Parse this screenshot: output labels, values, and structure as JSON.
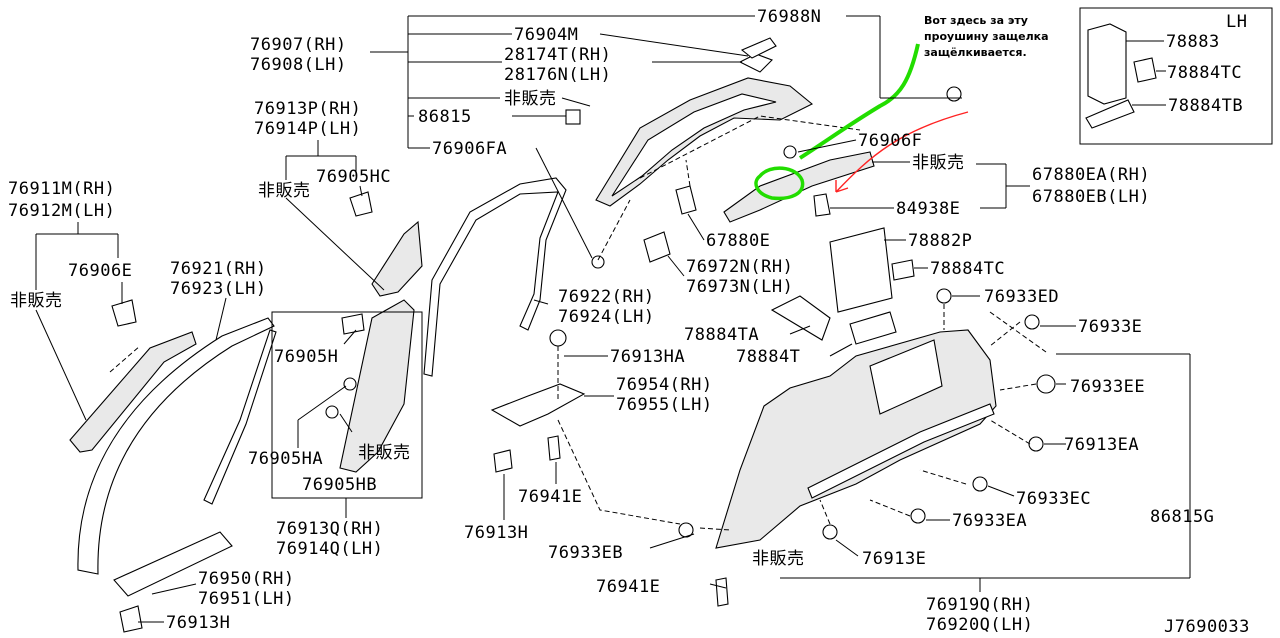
{
  "diagram_code": "J7690033",
  "annotation": {
    "lines": [
      "Вот здесь за эту",
      "проушину защелка",
      "защёлкивается."
    ],
    "highlight_color": "#22dd00",
    "arrow_color": "#ff2222"
  },
  "inset": {
    "title": "LH",
    "parts": [
      "78883",
      "78884TC",
      "78884TB"
    ]
  },
  "labels": {
    "p76988N": "76988N",
    "p76904M": "76904M",
    "p76907": "76907(RH)",
    "p76908": "76908(LH)",
    "p28174T": "28174T(RH)",
    "p28176N": "28176N(LH)",
    "nfs_top": "非販売",
    "p86815": "86815",
    "p76906FA": "76906FA",
    "p76906F": "76906F",
    "nfs_right": "非販売",
    "p67880EA": "67880EA(RH)",
    "p67880EB": "67880EB(LH)",
    "p84938E": "84938E",
    "p67880E": "67880E",
    "p78882P": "78882P",
    "p78884TC": "78884TC",
    "p76972N": "76972N(RH)",
    "p76973N": "76973N(LH)",
    "p76933ED": "76933ED",
    "p76933E": "76933E",
    "p78884TA": "78884TA",
    "p78884T": "78884T",
    "p76913P": "76913P(RH)",
    "p76914P": "76914P(LH)",
    "nfs_left": "非販売",
    "p76905HC": "76905HC",
    "p76911M": "76911M(RH)",
    "p76912M": "76912M(LH)",
    "p76906E": "76906E",
    "nfs_far_left": "非販売",
    "p76921": "76921(RH)",
    "p76923": "76923(LH)",
    "p76922": "76922(RH)",
    "p76924": "76924(LH)",
    "p76913HA": "76913HA",
    "p76954": "76954(RH)",
    "p76955": "76955(LH)",
    "p76905H": "76905H",
    "p76905HA": "76905HA",
    "nfs_mid": "非販売",
    "p76905HB": "76905HB",
    "p76913Q": "76913Q(RH)",
    "p76914Q": "76914Q(LH)",
    "p76950": "76950(RH)",
    "p76951": "76951(LH)",
    "p76913H_bottom": "76913H",
    "p76913H": "76913H",
    "p76941E": "76941E",
    "p76933EB": "76933EB",
    "p76941E_bottom": "76941E",
    "nfs_bottom": "非販売",
    "p76913E": "76913E",
    "p76933EE": "76933EE",
    "p76913EA": "76913EA",
    "p76933EC": "76933EC",
    "p76933EA": "76933EA",
    "p86815G": "86815G",
    "p76919Q": "76919Q(RH)",
    "p76920Q": "76920Q(LH)"
  }
}
